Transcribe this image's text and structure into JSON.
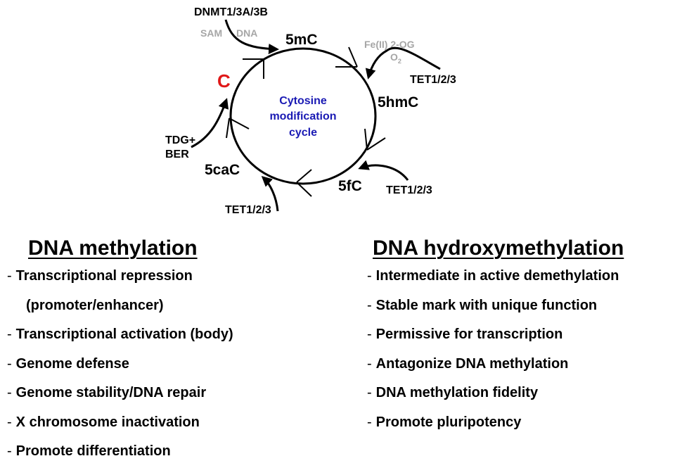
{
  "diagram": {
    "center_label": [
      "Cytosine",
      "modification",
      "cycle"
    ],
    "states": {
      "c": "C",
      "5mc": "5mC",
      "5hmc": "5hmC",
      "5fc": "5fC",
      "5cac": "5caC"
    },
    "enzymes": {
      "methylation": "DNMT1/3A/3B",
      "oxidation_1": "TET1/2/3",
      "oxidation_2": "TET1/2/3",
      "oxidation_3": "TET1/2/3",
      "excision": [
        "TDG+",
        "BER"
      ]
    },
    "cofactors": {
      "methylation": [
        "SAM",
        "DNA"
      ],
      "oxidation": [
        "Fe(II) 2-OG",
        "O"
      ],
      "oxidation_subscript": "2"
    },
    "colors": {
      "c_label": "#e01818",
      "center_label": "#1a1ab4",
      "cofactor": "#a6a6a6"
    }
  },
  "left_column": {
    "title": "DNA methylation",
    "items": [
      {
        "text": "Transcriptional repression",
        "dash": "-"
      },
      {
        "text": "(promoter/enhancer)",
        "dash": ""
      },
      {
        "text": "Transcriptional activation (body)",
        "dash": "-"
      },
      {
        "text": "Genome defense",
        "dash": "-"
      },
      {
        "text": "Genome stability/DNA repair",
        "dash": "-"
      },
      {
        "text": "X chromosome inactivation",
        "dash": "-"
      },
      {
        "text": "Promote differentiation",
        "dash": "-"
      }
    ]
  },
  "right_column": {
    "title": "DNA hydroxymethylation",
    "items": [
      {
        "text": "Intermediate in active demethylation",
        "dash": "-"
      },
      {
        "text": "Stable mark with unique function",
        "dash": "-"
      },
      {
        "text": "Permissive for transcription",
        "dash": "-"
      },
      {
        "text": "Antagonize DNA methylation",
        "dash": "-"
      },
      {
        "text": "DNA methylation fidelity",
        "dash": "-"
      },
      {
        "text": "Promote pluripotency",
        "dash": "-"
      }
    ]
  }
}
